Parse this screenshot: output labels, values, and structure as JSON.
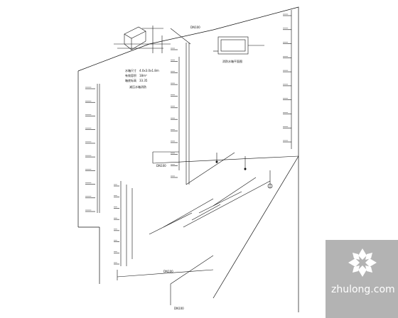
{
  "tank": {
    "spec_lines": [
      {
        "label": "水箱尺寸",
        "value": "4.0x3.0x1.8m"
      },
      {
        "label": "有效容积",
        "value": "18m³"
      },
      {
        "label": "箱底标高",
        "value": "33.35"
      }
    ],
    "note": "减压水箱消防"
  },
  "plan_caption": "消防水箱平面图",
  "levels_right": [
    "",
    "",
    "",
    "",
    "",
    "",
    "",
    "",
    "",
    ""
  ],
  "levels_left": [
    "",
    "",
    "",
    "",
    "",
    "",
    "",
    "",
    "",
    ""
  ],
  "pipe_labels": [
    "DN100",
    "DN100",
    "DN100",
    "DN100"
  ],
  "watermark": {
    "brand": "zhulong.com",
    "bg_color": "#b3b3b3",
    "icon": "zhulong-logo-icon"
  },
  "colors": {
    "line": "#111111",
    "background": "#ffffff"
  }
}
